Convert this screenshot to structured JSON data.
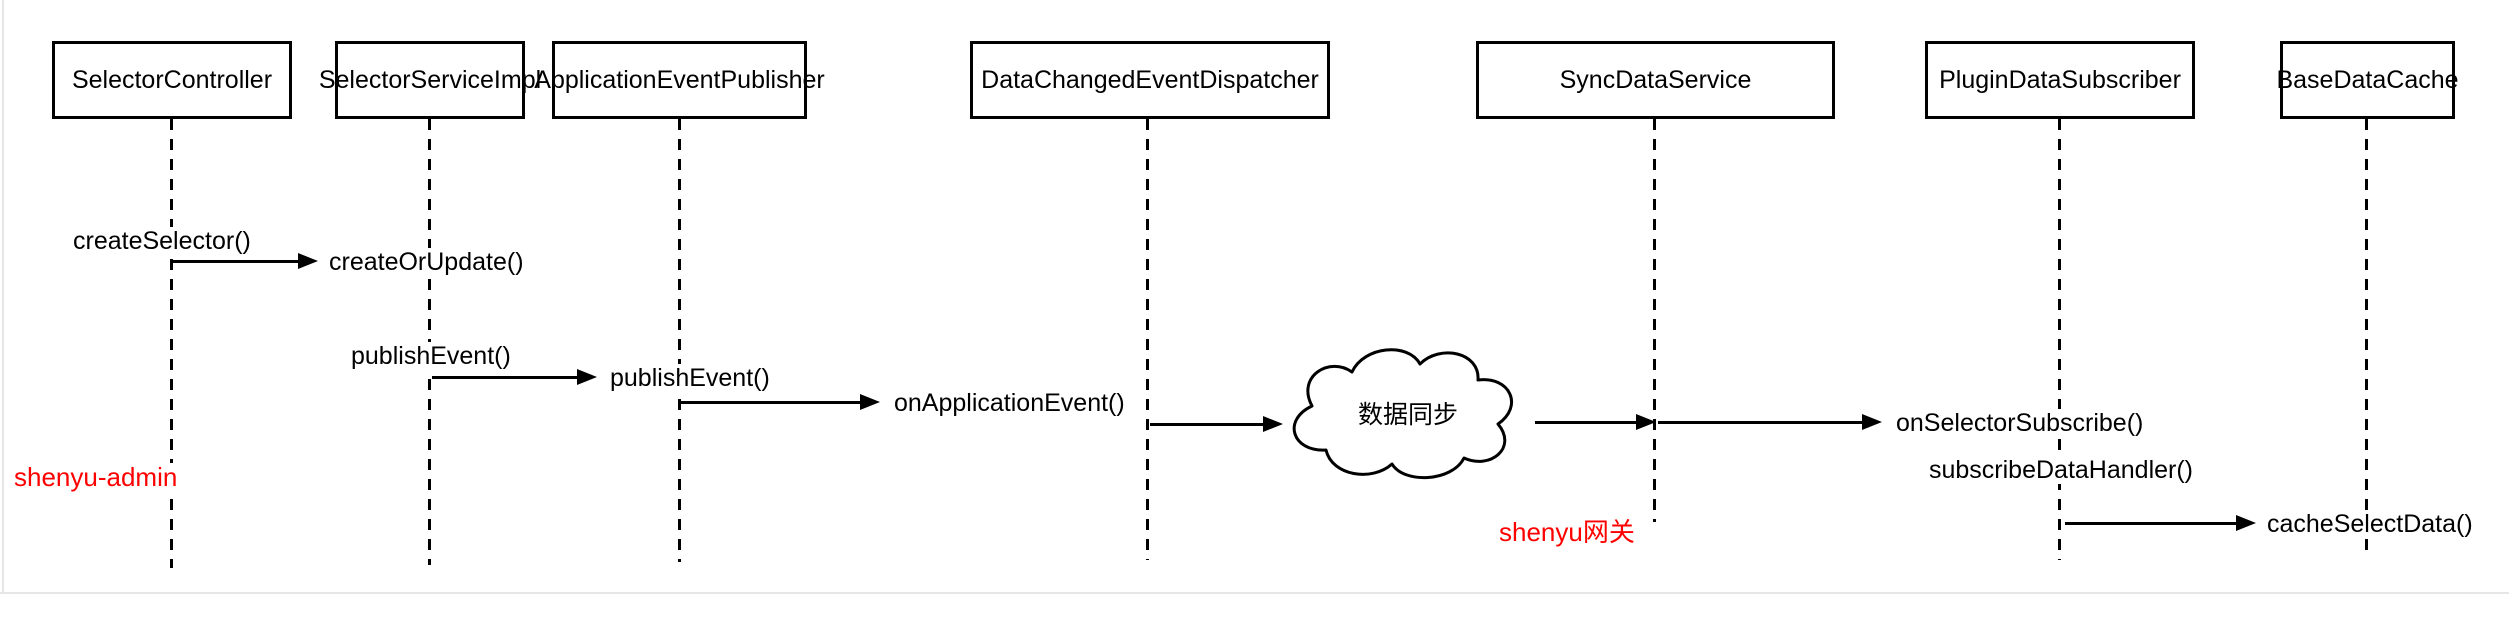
{
  "participants": [
    {
      "name": "SelectorController"
    },
    {
      "name": "SelectorServiceImpl"
    },
    {
      "name": "ApplicationEventPublisher"
    },
    {
      "name": "DataChangedEventDispatcher"
    },
    {
      "name": "SyncDataService"
    },
    {
      "name": "PluginDataSubscriber"
    },
    {
      "name": "BaseDataCache"
    }
  ],
  "messages": [
    {
      "label": "createSelector()"
    },
    {
      "label": "createOrUpdate()"
    },
    {
      "label": "publishEvent()"
    },
    {
      "label": "publishEvent()"
    },
    {
      "label": "onApplicationEvent()"
    },
    {
      "label": "onSelectorSubscribe()"
    },
    {
      "label": "subscribeDataHandler()"
    },
    {
      "label": "cacheSelectData()"
    }
  ],
  "cloud": {
    "label": "数据同步"
  },
  "annotations": [
    {
      "text": "shenyu-admin",
      "color": "#ff0000"
    },
    {
      "text": "shenyu网关",
      "color": "#ff0000"
    }
  ],
  "colors": {
    "line": "#000000",
    "annotation": "#ff0000",
    "faint_border": "#e6e6e6",
    "background": "#ffffff"
  }
}
